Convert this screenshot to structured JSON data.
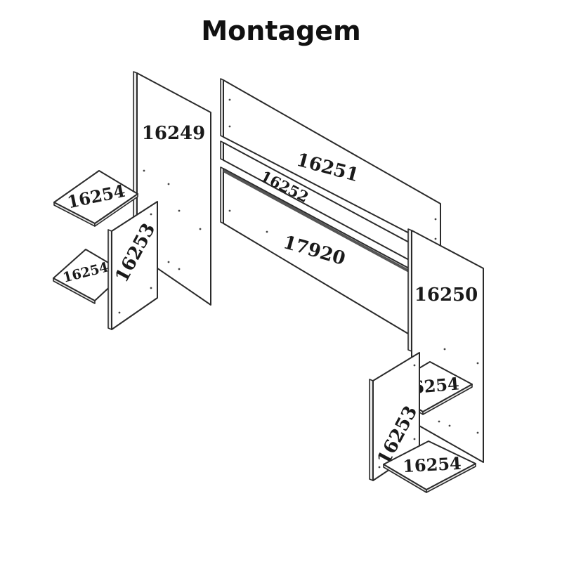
{
  "title": "Montagem",
  "parts": {
    "p16249": "16249",
    "p16251": "16251",
    "p16252": "16252",
    "p17920": "17920",
    "p16250": "16250",
    "p16254_left_top": "16254",
    "p16254_left_bottom": "16254",
    "p16253_left": "16253",
    "p16254_right_top": "16254",
    "p16254_right_bottom": "16254",
    "p16253_right": "16253"
  }
}
